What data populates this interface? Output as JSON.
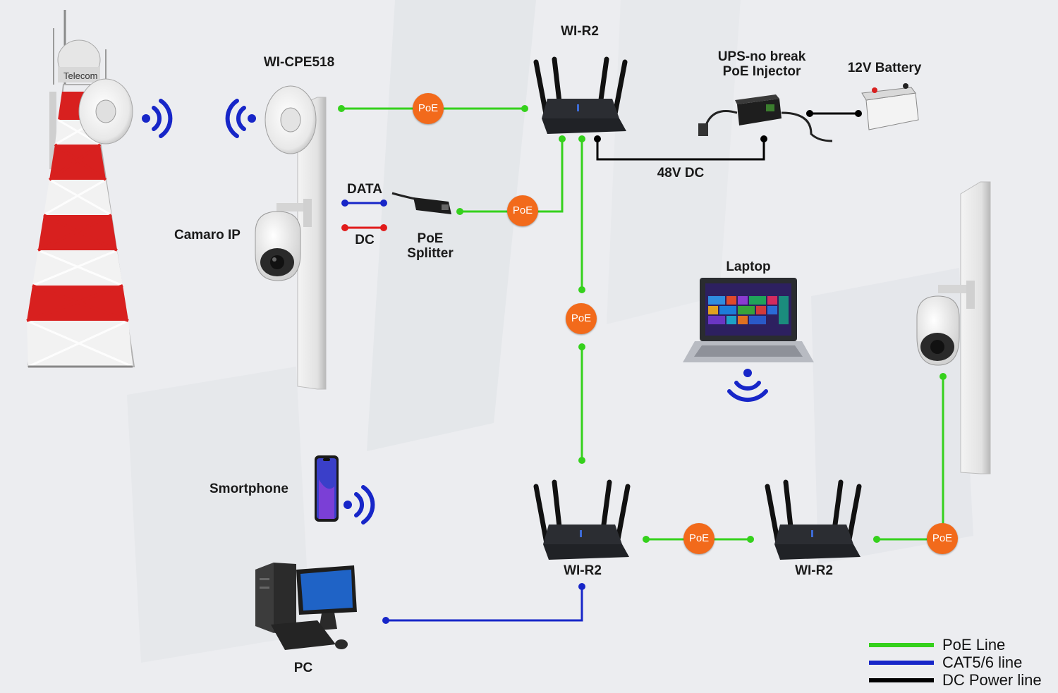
{
  "labels": {
    "tower_brand": "Telecom",
    "cpe": "WI-CPE518",
    "router_top": "WI-R2",
    "ups_line1": "UPS-no break",
    "ups_line2": "PoE Injector",
    "battery": "12V Battery",
    "dc48": "48V DC",
    "data": "DATA",
    "dc": "DC",
    "splitter_line1": "PoE",
    "splitter_line2": "Splitter",
    "camera": "Camaro IP",
    "laptop": "Laptop",
    "smartphone": "Smortphone",
    "router_bottom_left": "WI-R2",
    "router_bottom_right": "WI-R2",
    "pc": "PC"
  },
  "poe_badge": "PoE",
  "legend": [
    {
      "label": "PoE Line",
      "color": "#35d11c"
    },
    {
      "label": "CAT5/6 line",
      "color": "#1726c8"
    },
    {
      "label": "DC Power line",
      "color": "#000000"
    }
  ],
  "colors": {
    "poe": "#35d11c",
    "cat": "#1726c8",
    "dc": "#000000",
    "badge": "#f26a1b",
    "tower_red": "#d8201f",
    "wifi": "#1726c8"
  }
}
